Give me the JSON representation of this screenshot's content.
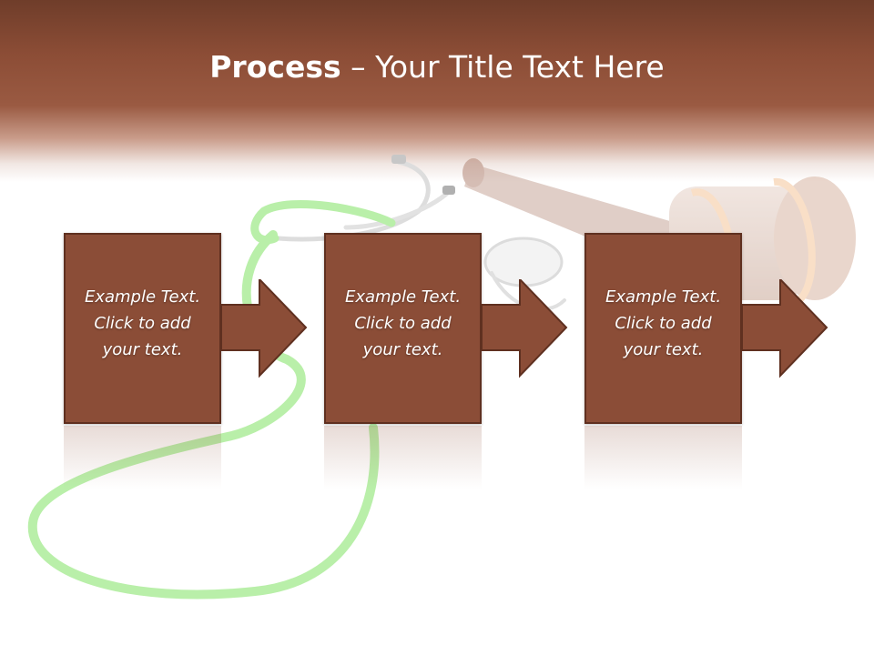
{
  "title": {
    "bold": "Process",
    "rest": " – Your Title Text Here"
  },
  "steps": [
    {
      "text": "Example Text.\nClick  to add\nyour text."
    },
    {
      "text": "Example Text.\nClick  to add\nyour text."
    },
    {
      "text": "Example Text.\nClick  to add\nyour text."
    }
  ],
  "colors": {
    "header": "#8c4d36",
    "box_fill": "#8b4d37",
    "box_border": "#5f3020",
    "text": "#ffffff"
  },
  "icons": [
    "stethoscope-image",
    "gavel-image",
    "arrow-right-icon"
  ]
}
